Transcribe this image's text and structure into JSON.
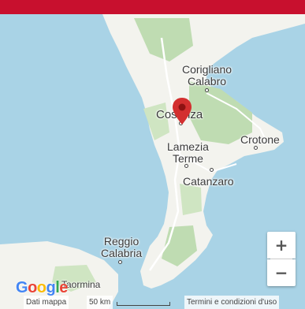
{
  "colors": {
    "header": "#c8102e",
    "sea": "#a9d3e6",
    "land": "#f3f3ee",
    "forest": "#bfdcb2",
    "pin": "#d32f2f"
  },
  "map": {
    "cities": [
      {
        "id": "corigliano",
        "name": "Corigliano\nCalabro"
      },
      {
        "id": "cosenza",
        "name": "Cosenza"
      },
      {
        "id": "crotone",
        "name": "Crotone"
      },
      {
        "id": "lamezia",
        "name": "Lamezia\nTerme"
      },
      {
        "id": "catanzaro",
        "name": "Catanzaro"
      },
      {
        "id": "reggio",
        "name": "Reggio\nCalabria"
      },
      {
        "id": "taormina",
        "name": "Taormina"
      }
    ],
    "marker_icon": "location-pin-icon"
  },
  "controls": {
    "zoom_in": "+",
    "zoom_out": "−"
  },
  "attribution": {
    "logo": [
      "G",
      "o",
      "o",
      "g",
      "l",
      "e"
    ],
    "logo_colors": [
      "#4285f4",
      "#ea4335",
      "#fbbc05",
      "#4285f4",
      "#34a853",
      "#ea4335"
    ],
    "map_data": "Dati mappa",
    "scale": "50 km",
    "terms": "Termini e condizioni d'uso"
  }
}
